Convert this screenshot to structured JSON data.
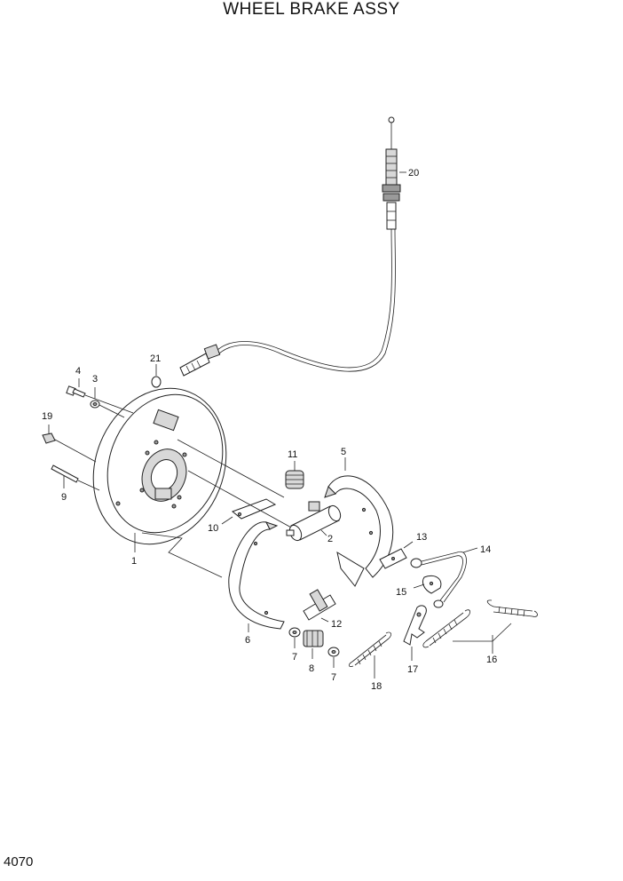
{
  "title": "WHEEL BRAKE ASSY",
  "page_number": "4070",
  "callouts": {
    "c1": "1",
    "c2": "2",
    "c3": "3",
    "c4": "4",
    "c5": "5",
    "c6": "6",
    "c7a": "7",
    "c7b": "7",
    "c8": "8",
    "c9": "9",
    "c10": "10",
    "c11": "11",
    "c12": "12",
    "c13": "13",
    "c14": "14",
    "c15": "15",
    "c16": "16",
    "c17": "17",
    "c18": "18",
    "c19": "19",
    "c20": "20",
    "c21": "21"
  }
}
